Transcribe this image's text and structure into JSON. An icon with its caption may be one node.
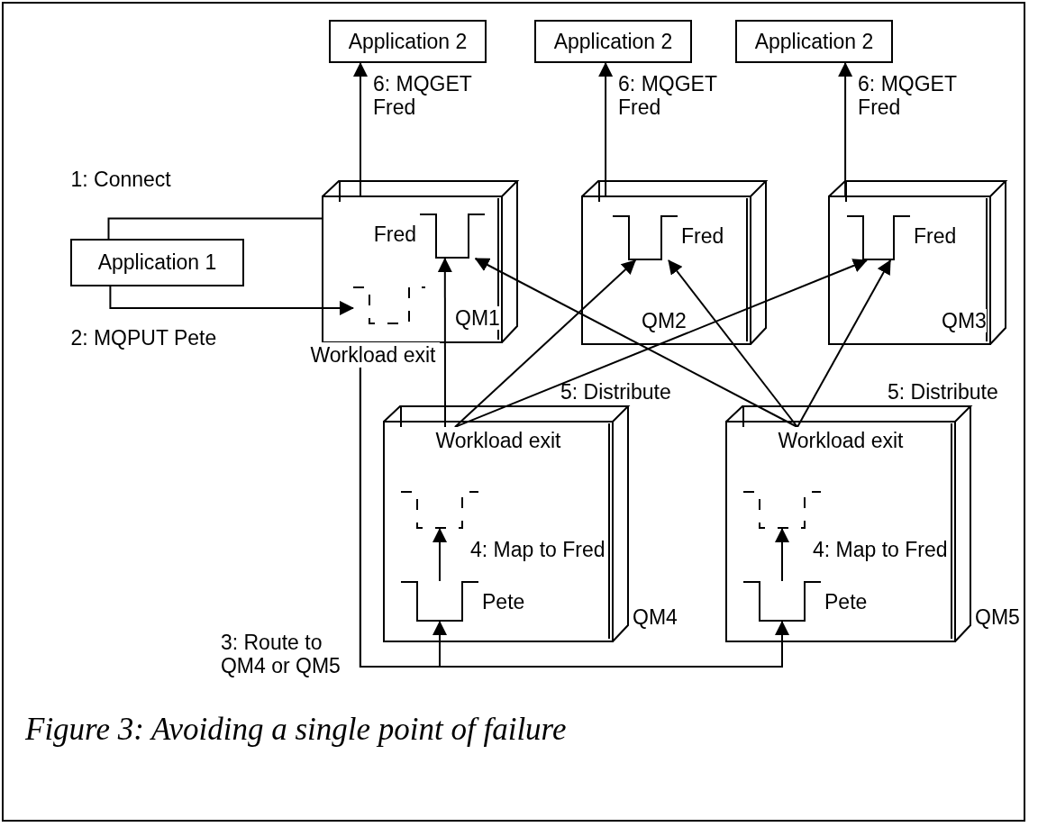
{
  "diagram": {
    "caption": "Figure 3: Avoiding a single point of failure",
    "nodes": [
      {
        "text": [
          "Application 2"
        ]
      },
      {
        "text": [
          "Application 2"
        ]
      },
      {
        "text": [
          "Application 2"
        ]
      },
      {
        "text": [
          "Application 1"
        ]
      },
      {
        "text": [
          "QM1"
        ]
      },
      {
        "text": [
          "Fred"
        ],
        "in": 4
      },
      {
        "text": [],
        "shape": "box",
        "in": 4
      },
      {
        "text": [
          "Workload exit"
        ]
      },
      {
        "text": [
          "QM2"
        ]
      },
      {
        "text": [
          "Fred"
        ],
        "in": 8
      },
      {
        "text": [
          "QM3"
        ]
      },
      {
        "text": [
          "Fred"
        ],
        "in": 10
      },
      {
        "text": [
          "QM4"
        ]
      },
      {
        "text": [
          "Workload exit"
        ],
        "in": 12
      },
      {
        "text": [],
        "shape": "box",
        "in": 12
      },
      {
        "text": [
          "Pete"
        ],
        "in": 12
      },
      {
        "text": [
          "QM5"
        ]
      },
      {
        "text": [
          "Workload exit"
        ],
        "in": 16
      },
      {
        "text": [],
        "shape": "box",
        "in": 16
      },
      {
        "text": [
          "Pete"
        ],
        "in": 16
      }
    ],
    "edges": [
      {
        "from": 3,
        "to": 4,
        "arrow": "none",
        "label": "1: Connect"
      },
      {
        "from": 3,
        "to": 6,
        "arrow": "to",
        "label": "2: MQPUT Pete"
      },
      {
        "from": 4,
        "to": 0,
        "arrow": "to",
        "label": "6: MQGET Fred"
      },
      {
        "from": 8,
        "to": 1,
        "arrow": "to",
        "label": "6: MQGET Fred"
      },
      {
        "from": 10,
        "to": 2,
        "arrow": "to",
        "label": "6: MQGET Fred"
      },
      {
        "from": 7,
        "to": 15,
        "arrow": "to",
        "label": "3: Route to QM4 or QM5"
      },
      {
        "from": 7,
        "to": 19,
        "arrow": "to"
      },
      {
        "from": 15,
        "to": 14,
        "arrow": "to",
        "label": "4: Map to Fred"
      },
      {
        "from": 19,
        "to": 18,
        "arrow": "to",
        "label": "4: Map to Fred"
      },
      {
        "from": 13,
        "to": 5,
        "arrow": "to"
      },
      {
        "from": 13,
        "to": 9,
        "arrow": "to"
      },
      {
        "from": 13,
        "to": 11,
        "arrow": "to",
        "label": "5: Distribute"
      },
      {
        "from": 17,
        "to": 5,
        "arrow": "to"
      },
      {
        "from": 17,
        "to": 9,
        "arrow": "to"
      },
      {
        "from": 17,
        "to": 11,
        "arrow": "to",
        "label": "5: Distribute"
      }
    ]
  }
}
